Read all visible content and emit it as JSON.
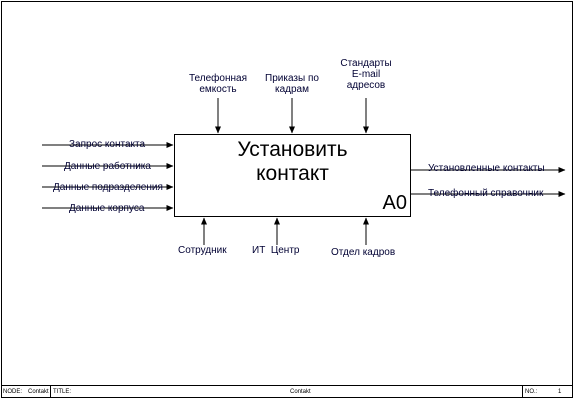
{
  "activity": {
    "title": "Установить\nконтакт",
    "number": "A0"
  },
  "inputs": [
    {
      "label": "Запрос контакта"
    },
    {
      "label": "Данные работника"
    },
    {
      "label": "Данные подразделения"
    },
    {
      "label": "Данные корпуса"
    }
  ],
  "controls": [
    {
      "label": "Телефонная\nемкость"
    },
    {
      "label": "Приказы по\nкадрам"
    },
    {
      "label": "Стандарты\nE-mail\nадресов"
    }
  ],
  "outputs": [
    {
      "label": "Установленные контакты"
    },
    {
      "label": "Телефонный справочник"
    }
  ],
  "mechanisms": [
    {
      "label": "Сотрудник"
    },
    {
      "label": "ИТ  Центр"
    },
    {
      "label": "Отдел кадров"
    }
  ],
  "footer": {
    "node_label": "NODE:",
    "node_value": "Contakt",
    "title_label": "TITLE:",
    "title_value": "Contakt",
    "no_label": "NO.:",
    "no_value": "1"
  }
}
